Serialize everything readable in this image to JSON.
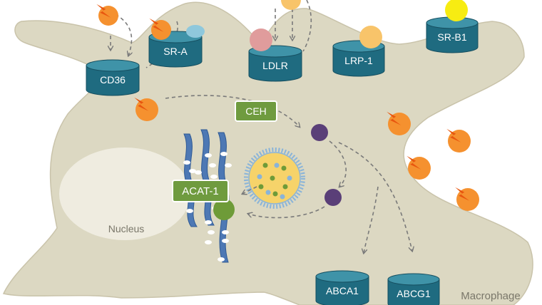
{
  "receptors": {
    "cd36": "CD36",
    "sra": "SR-A",
    "ldlr": "LDLR",
    "lrp1": "LRP-1",
    "srb1": "SR-B1",
    "abca1": "ABCA1",
    "abcg1": "ABCG1"
  },
  "enzymes": {
    "ceh": "CEH",
    "acat1": "ACAT-1"
  },
  "labels": {
    "nucleus": "Nucleus",
    "macrophage": "Macrophage"
  },
  "colors": {
    "cell": "#dcd8c2",
    "cell_stroke": "#b9b39b",
    "nucleus": "#efece0",
    "receptor_top": "#3f93a8",
    "receptor_side": "#1f6b80",
    "enzyme": "#6f9b3f",
    "oxldl": "#f5912f",
    "lightning": "#e8560f",
    "ldl_pink": "#e09c9c",
    "ldl_yellow": "#f8c46a",
    "hdl_yellow": "#f7ec12",
    "apoa_blue": "#8fc8dc",
    "free_chol": "#5a3f78",
    "ce_green": "#6e9b38",
    "er_blue": "#4d78b4",
    "droplet": "#f6d36a",
    "droplet_rim": "#8ab4d8"
  }
}
